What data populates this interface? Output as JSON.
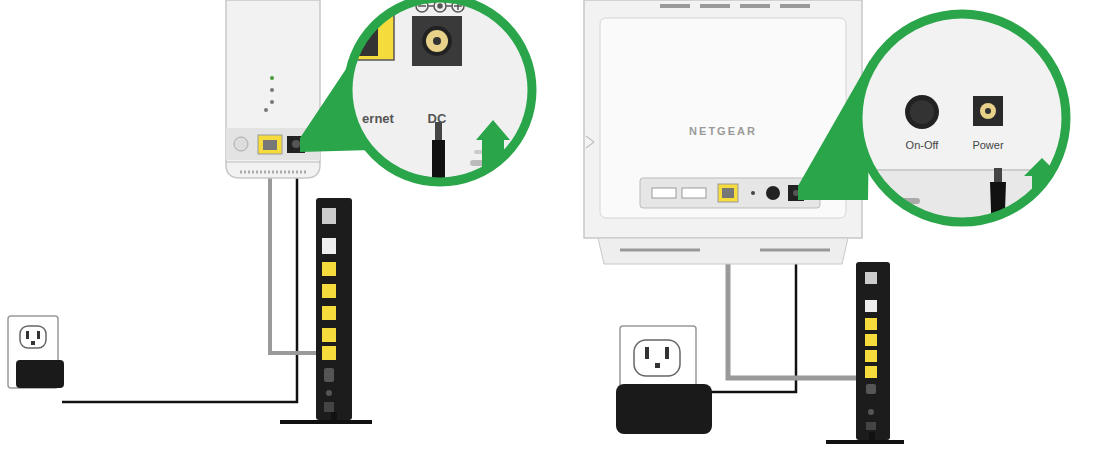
{
  "diagram": {
    "labels": [
      "ernet",
      "DC",
      "NETGEAR",
      "On-Off",
      "Power"
    ]
  }
}
